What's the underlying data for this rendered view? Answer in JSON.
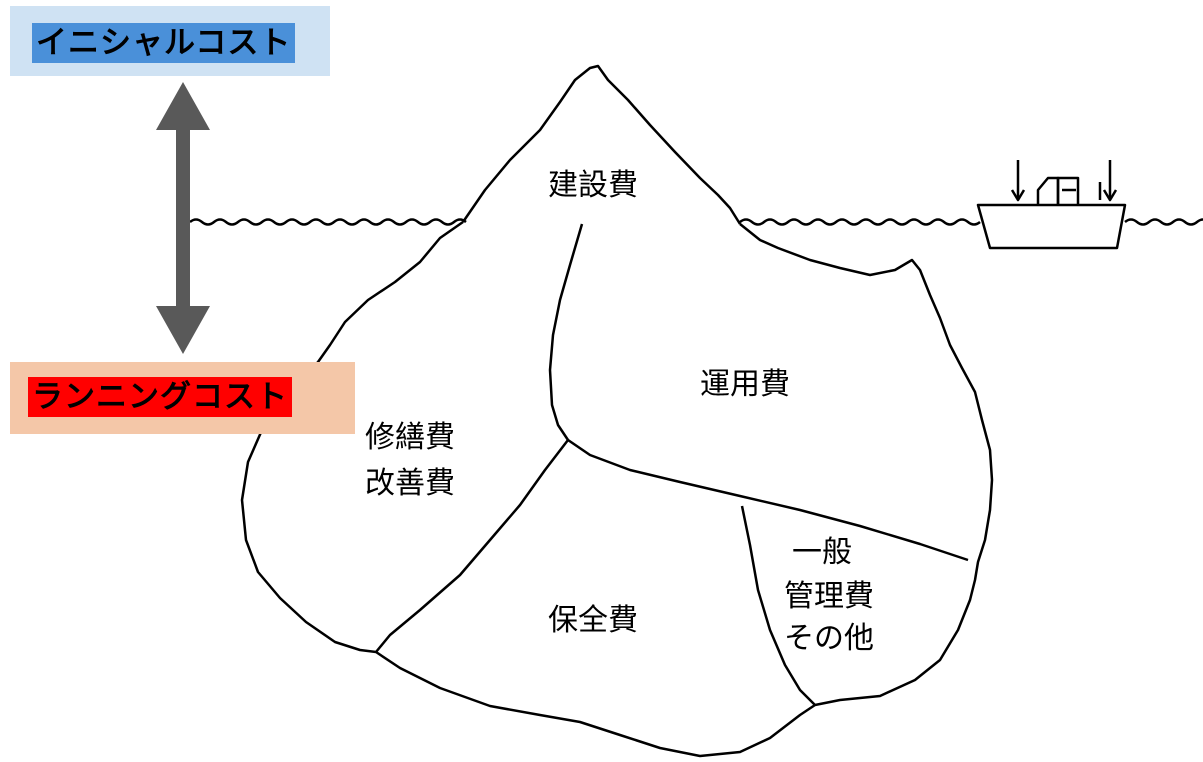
{
  "labels": {
    "initial_cost": "イニシャルコスト",
    "running_cost": "ランニングコスト"
  },
  "iceberg": {
    "construction": "建設費",
    "operation": "運用費",
    "repair_line1": "修繕費",
    "repair_line2": "改善費",
    "maintenance": "保全費",
    "general_line1": "一般",
    "general_line2": "管理費",
    "general_line3": "その他"
  },
  "colors": {
    "initial_box_bg": "#cfe2f3",
    "initial_label_bg": "#4a90d9",
    "running_box_bg": "#f4c7a8",
    "running_label_bg": "#ff0000",
    "arrow": "#595959",
    "ink": "#000000"
  },
  "icons": {
    "arrow": "double-headed-vertical-arrow",
    "ship": "ship-icon"
  }
}
